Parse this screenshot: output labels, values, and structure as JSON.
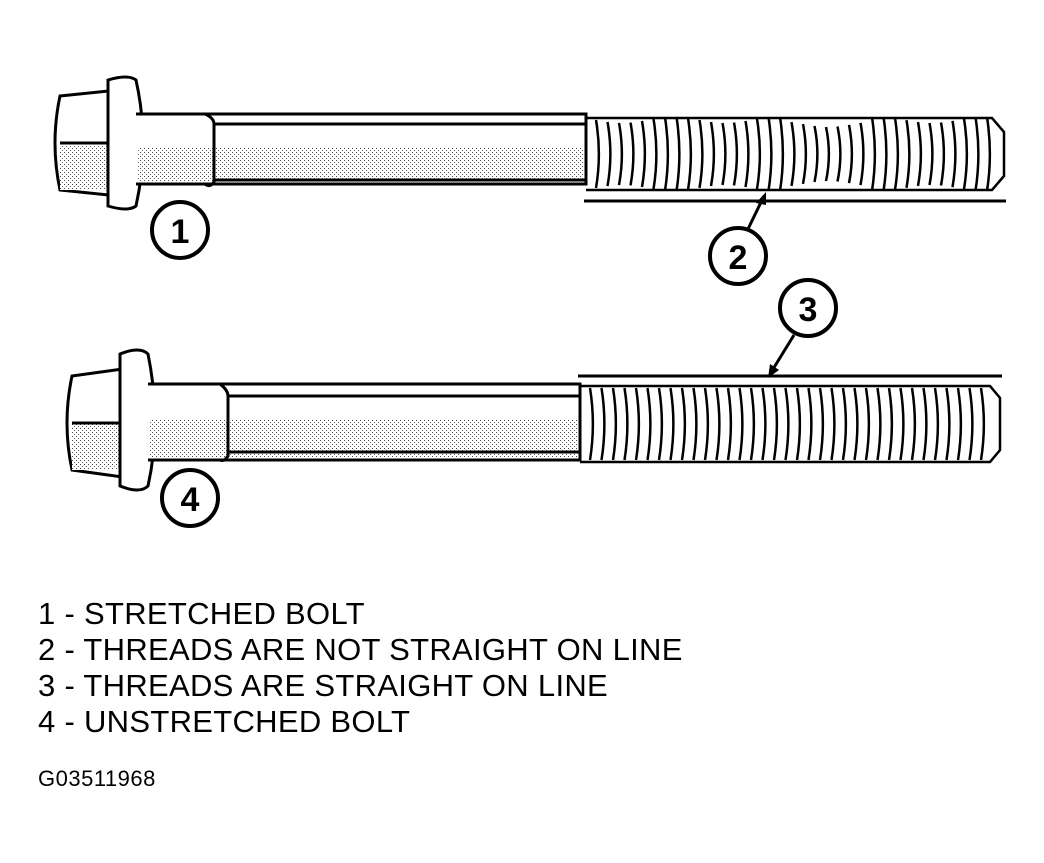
{
  "callouts": [
    {
      "number": "1"
    },
    {
      "number": "2"
    },
    {
      "number": "3"
    },
    {
      "number": "4"
    }
  ],
  "legend": [
    {
      "number": "1",
      "text": "1 - STRETCHED BOLT"
    },
    {
      "number": "2",
      "text": "2 - THREADS ARE NOT STRAIGHT ON LINE"
    },
    {
      "number": "3",
      "text": "3 - THREADS ARE STRAIGHT ON LINE"
    },
    {
      "number": "4",
      "text": "4 - UNSTRETCHED BOLT"
    }
  ],
  "figure_code": "G03511968",
  "colors": {
    "ink": "#000000",
    "paper": "#ffffff"
  }
}
